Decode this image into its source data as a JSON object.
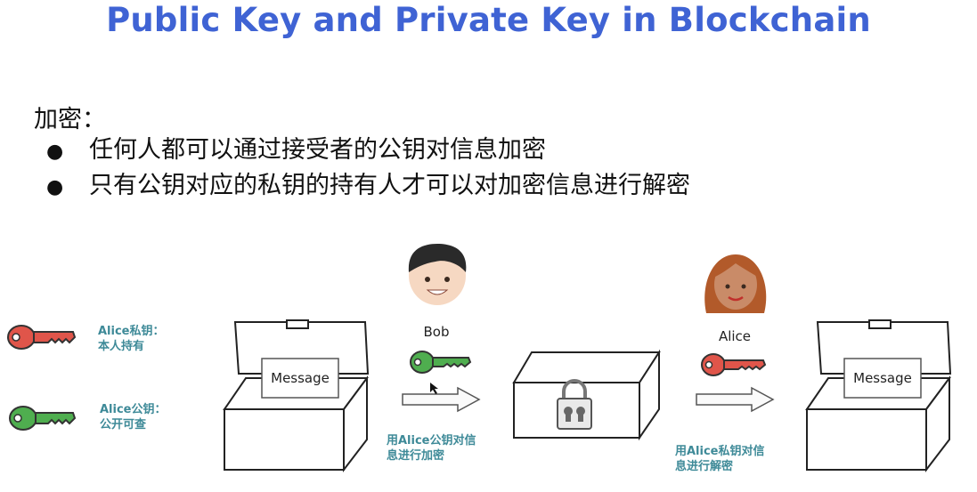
{
  "slide": {
    "title": "Public Key and Private Key in Blockchain",
    "heading": "加密：",
    "bullets": [
      "任何人都可以通过接受者的公钥对信息加密",
      "只有公钥对应的私钥的持有人才可以对加密信息进行解密"
    ]
  },
  "legend": {
    "private_key": {
      "line1": "Alice私钥：",
      "line2": "本人持有",
      "color": "#e0554a"
    },
    "public_key": {
      "line1": "Alice公钥：",
      "line2": "公开可查",
      "color": "#4fae4f"
    }
  },
  "diagram": {
    "bob_name": "Bob",
    "alice_name": "Alice",
    "message_left": "Message",
    "message_right": "Message",
    "encrypt_caption": {
      "line1": "用Alice公钥对信",
      "line2": "息进行加密"
    },
    "decrypt_caption": {
      "line1": "用Alice私钥对信",
      "line2": "息进行解密"
    }
  },
  "icons": [
    "red-key-icon",
    "green-key-icon",
    "boy-face-icon",
    "girl-face-icon",
    "open-box-icon",
    "locked-box-icon",
    "padlock-icon",
    "arrow-right-icon",
    "mouse-cursor-icon"
  ]
}
